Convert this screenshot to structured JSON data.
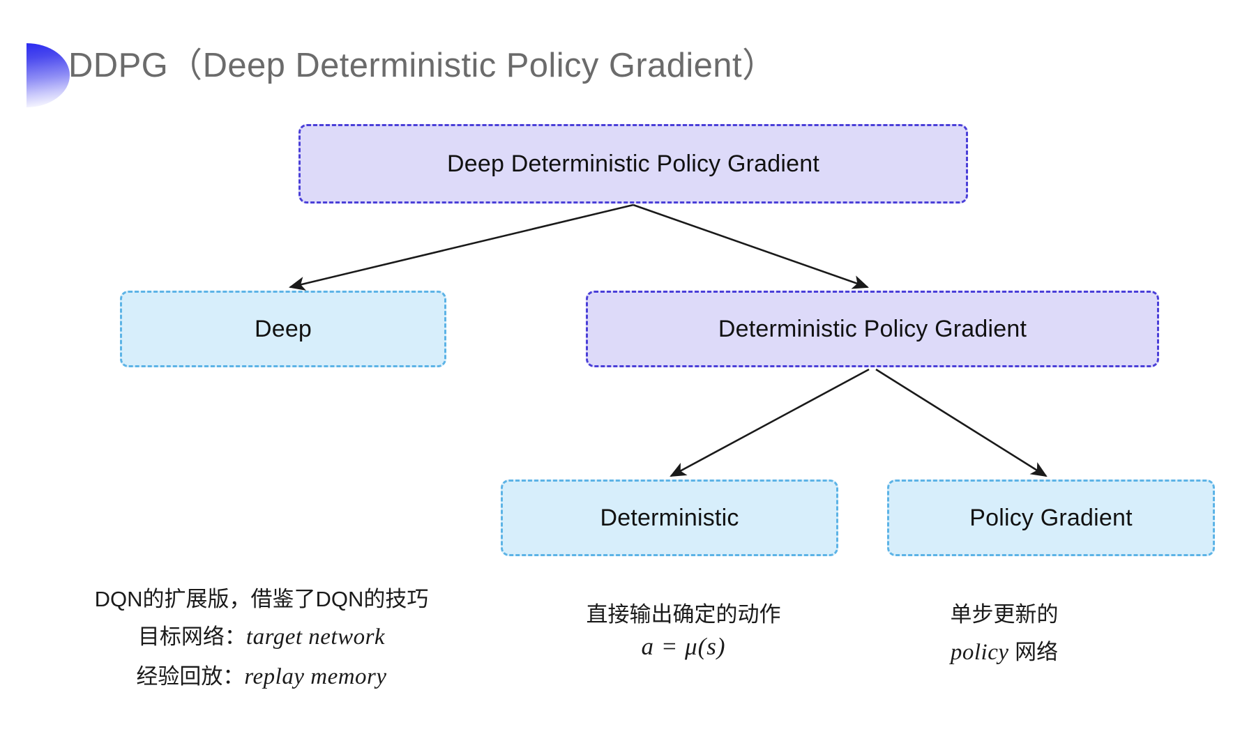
{
  "slide": {
    "title": "DDPG（Deep Deterministic Policy Gradient）",
    "bullet_icon": "half-circle-gradient-bullet",
    "background": "#ffffff",
    "title_color": "#6b6b6b",
    "accent_purple": "#4a3fd8",
    "accent_blue": "#5cb3e6",
    "fill_purple": "#dddaf9",
    "fill_blue": "#d7eefb"
  },
  "diagram": {
    "type": "tree",
    "nodes": [
      {
        "id": "root",
        "label": "Deep Deterministic Policy Gradient",
        "style": "purple",
        "level": 0
      },
      {
        "id": "deep",
        "label": "Deep",
        "style": "blue",
        "level": 1
      },
      {
        "id": "dpg",
        "label": "Deterministic Policy Gradient",
        "style": "purple",
        "level": 1
      },
      {
        "id": "det",
        "label": "Deterministic",
        "style": "blue",
        "level": 2
      },
      {
        "id": "pg",
        "label": "Policy Gradient",
        "style": "blue",
        "level": 2
      }
    ],
    "edges": [
      {
        "from": "root",
        "to": "deep",
        "arrow": "arrowhead-down-left"
      },
      {
        "from": "root",
        "to": "dpg",
        "arrow": "arrowhead-down-right"
      },
      {
        "from": "dpg",
        "to": "det",
        "arrow": "arrowhead-down-left"
      },
      {
        "from": "dpg",
        "to": "pg",
        "arrow": "arrowhead-down-right"
      }
    ]
  },
  "captions": {
    "left": {
      "line1": "DQN的扩展版，借鉴了DQN的技巧",
      "line2_label": "目标网络：",
      "line2_value": "target network",
      "line3_label": "经验回放：",
      "line3_value": "replay memory"
    },
    "middle": {
      "line1": "直接输出确定的动作",
      "line2": "a = μ(s)"
    },
    "right": {
      "line1": "单步更新的",
      "line2_value": "policy",
      "line2_suffix": " 网络"
    }
  }
}
